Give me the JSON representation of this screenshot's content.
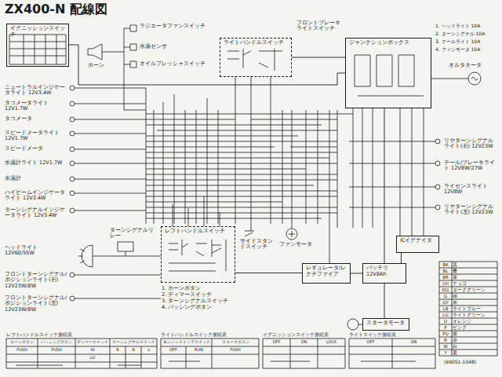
{
  "diagram": {
    "title": "ZX400-N 配線図",
    "nodes": [
      {
        "text": [
          "イグニッションスイッチ"
        ]
      },
      {
        "text": [
          "ライトハンドルスイッチ"
        ]
      },
      {
        "text": [
          "ジャンクションボックス"
        ]
      },
      {
        "text": [
          "レフトハンドルスイッチ"
        ]
      },
      {
        "text": [
          "レギュレータ/レクチファイア"
        ]
      },
      {
        "text": [
          "バッテリ 12V8Ah"
        ]
      },
      {
        "text": [
          "ICイグナイタ"
        ]
      },
      {
        "text": [
          "スタータモータ"
        ]
      }
    ],
    "edges": [
      {
        "from": 0,
        "to": 2,
        "arrow": "none"
      },
      {
        "from": 1,
        "to": 2,
        "arrow": "none"
      },
      {
        "from": 2,
        "to": 5,
        "arrow": "none"
      },
      {
        "from": 4,
        "to": 5,
        "arrow": "none"
      },
      {
        "from": 5,
        "to": 6,
        "arrow": "none"
      },
      {
        "from": 5,
        "to": 7,
        "arrow": "none"
      },
      {
        "from": 3,
        "to": 4,
        "arrow": "none"
      }
    ],
    "labels": [
      "ニュートラルインジケータライト 12V3.4W",
      "タコメータライト 12V1.7W",
      "タコメータ",
      "スピードメータライト 12V1.7W",
      "スピードメータ",
      "水温計ライト 12V1.7W",
      "水温計",
      "ハイビームインジケータライト 12V3.4W",
      "ターンシグナルインジケータライト 12V3.4W",
      "ヘッドライト 12V60/55W",
      "フロントターンシグナル/ポジションライト(右) 12V23W/8W",
      "フロントターンシグナル/ポジションライト(左) 12V23W/8W",
      "ホーン",
      "ラジエータファンスイッチ",
      "水温センサ",
      "オイルプレッシャスイッチ",
      "フロントブレーキライトスイッチ",
      "1. ヘッドライト 10A",
      "2. ターンシグナル 10A",
      "3. テールライト 10A",
      "4. ファンモータ 10A",
      "オルタネータ",
      "リヤターンシグナルライト(右) 12V23W",
      "テール/ブレーキライト 12V8W/27W",
      "ライセンスライト 12V8W",
      "リヤターンシグナルライト(左) 12V23W",
      "ターンシグナルリレー",
      "サイドスタンドスイッチ",
      "ファンモータ",
      "1. ホーンボタン",
      "2. ディマースイッチ",
      "3. ターンシグナルスイッチ",
      "4. パッシングボタン",
      "レフトハンドルスイッチ接続表",
      "ホーンボタン",
      "パッシングボタン",
      "ディマースイッチ",
      "ターンシグナルスイッチ",
      "PUSH",
      "PUSH",
      "HI",
      "LO",
      "R",
      "N",
      "L",
      "ライトハンドルスイッチ接続表",
      "エンジンストップスイッチ",
      "スタータボタン",
      "OFF",
      "RUN",
      "PUSH",
      "イグニッションスイッチ接続表",
      "OFF",
      "ON",
      "LOCK",
      "ライトスイッチ接続表",
      "OFF",
      "ON",
      "BK",
      "黒",
      "BL",
      "青",
      "BR",
      "茶",
      "CH",
      "チョコ",
      "DG",
      "ダークグリーン",
      "G",
      "緑",
      "GY",
      "灰",
      "LB",
      "ライトブルー",
      "LG",
      "ライトグリーン",
      "O",
      "オレンジ",
      "P",
      "ピンク",
      "PU",
      "紫",
      "R",
      "赤",
      "W",
      "白",
      "Y",
      "黄",
      "(99051-1048)"
    ]
  }
}
